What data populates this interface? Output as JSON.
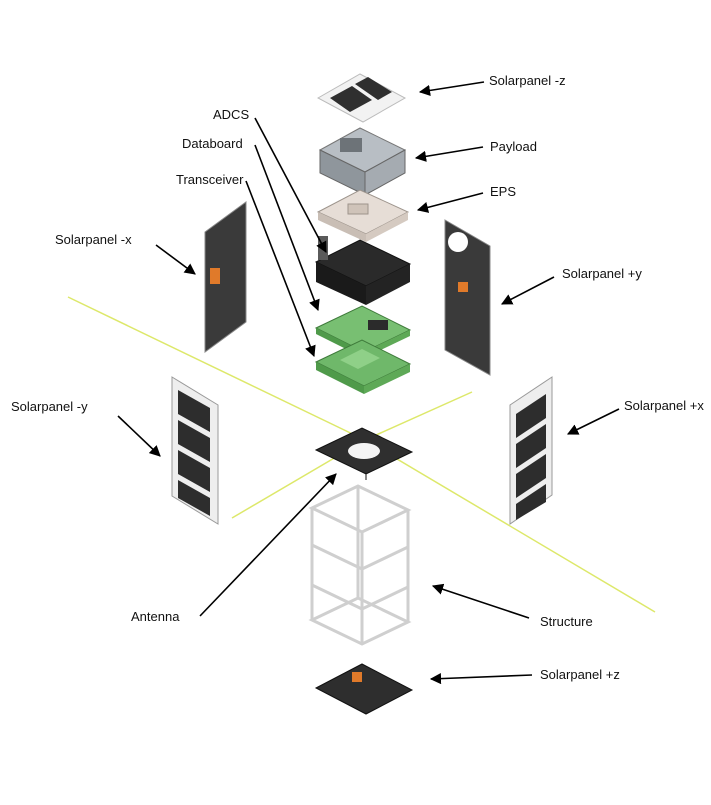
{
  "labels": {
    "solar_minus_z": "Solarpanel -z",
    "payload": "Payload",
    "eps": "EPS",
    "adcs": "ADCS",
    "databoard": "Databoard",
    "transceiver": "Transceiver",
    "solar_minus_x": "Solarpanel -x",
    "solar_plus_y": "Solarpanel +y",
    "solar_minus_y": "Solarpanel -y",
    "solar_plus_x": "Solarpanel +x",
    "antenna": "Antenna",
    "structure": "Structure",
    "solar_plus_z": "Solarpanel +z"
  },
  "colors": {
    "panel": "#3a3a3a",
    "panel_edge": "#bdbdbd",
    "green_board": "#6fb86a",
    "black_module": "#1f1f1f",
    "payload_gray": "#9aa0a6",
    "eps_beige": "#d9cfc7",
    "frame": "#e6e6e6",
    "axis": "#dde86a",
    "connector": "#e07a2a",
    "arrow": "#000000"
  }
}
